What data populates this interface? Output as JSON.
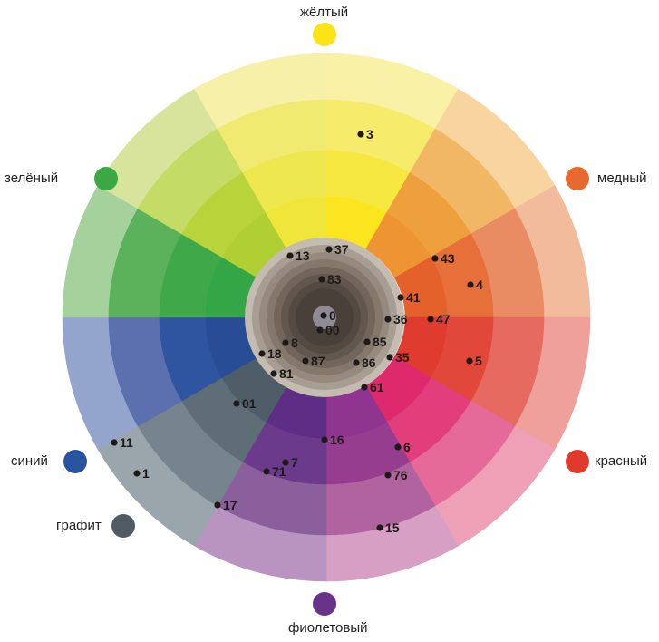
{
  "color_names": [
    {
      "key": "yellow",
      "label": "жёлтый",
      "color": "#fbe317"
    },
    {
      "key": "green",
      "label": "зелёный",
      "color": "#3aa845"
    },
    {
      "key": "copper",
      "label": "медный",
      "color": "#e8692e"
    },
    {
      "key": "red",
      "label": "красный",
      "color": "#e03a2e"
    },
    {
      "key": "blue",
      "label": "синий",
      "color": "#2a53a0"
    },
    {
      "key": "graphite",
      "label": "графит",
      "color": "#515b63"
    },
    {
      "key": "violet",
      "label": "фиолетовый",
      "color": "#6a338a"
    }
  ],
  "sectors": [
    {
      "name": "yellow-right",
      "colors": [
        "#f9f1a5",
        "#f7eb6c",
        "#f6e840",
        "#fae51e"
      ]
    },
    {
      "name": "orange",
      "colors": [
        "#f8d59f",
        "#f2b765",
        "#eea03c",
        "#ee9433"
      ]
    },
    {
      "name": "red-orange",
      "colors": [
        "#f2bb9c",
        "#e98c63",
        "#e66f3a",
        "#e4612b"
      ]
    },
    {
      "name": "red",
      "colors": [
        "#efa09a",
        "#e66a5f",
        "#e2483a",
        "#df3b2e"
      ]
    },
    {
      "name": "pink",
      "colors": [
        "#eea0b6",
        "#e56a9a",
        "#e23e7b",
        "#de2a6c"
      ]
    },
    {
      "name": "magenta-purple",
      "colors": [
        "#d79fc4",
        "#b163a0",
        "#963d8f",
        "#8f3590"
      ]
    },
    {
      "name": "violet",
      "colors": [
        "#b994c1",
        "#8b5f9c",
        "#6b3a8b",
        "#5e2d86"
      ]
    },
    {
      "name": "graphite",
      "colors": [
        "#9aa5ac",
        "#76848d",
        "#5f6d77",
        "#4f5d68"
      ]
    },
    {
      "name": "blue",
      "colors": [
        "#93a5cd",
        "#5c6fae",
        "#2f55a0",
        "#284c96"
      ]
    },
    {
      "name": "green",
      "colors": [
        "#a4d19c",
        "#5bb25a",
        "#3fa94a",
        "#35a646"
      ]
    },
    {
      "name": "yellow-green",
      "colors": [
        "#d8e49c",
        "#c4db66",
        "#b9d43b",
        "#b0cf33"
      ]
    },
    {
      "name": "yellow-left",
      "colors": [
        "#f6f0a8",
        "#f1ea70",
        "#eee74e",
        "#f0e63a"
      ]
    }
  ],
  "center_colors": [
    "#c4bbb1",
    "#a89d92",
    "#968a7f",
    "#84786d",
    "#72665c",
    "#62574e",
    "#554a42",
    "#4a403a",
    "#8f8a94"
  ],
  "dots": [
    "3",
    "13",
    "37",
    "83",
    "0",
    "00",
    "41",
    "36",
    "47",
    "43",
    "4",
    "85",
    "35",
    "5",
    "86",
    "61",
    "8",
    "18",
    "87",
    "81",
    "01",
    "11",
    "1",
    "16",
    "7",
    "71",
    "6",
    "76",
    "17",
    "15"
  ]
}
